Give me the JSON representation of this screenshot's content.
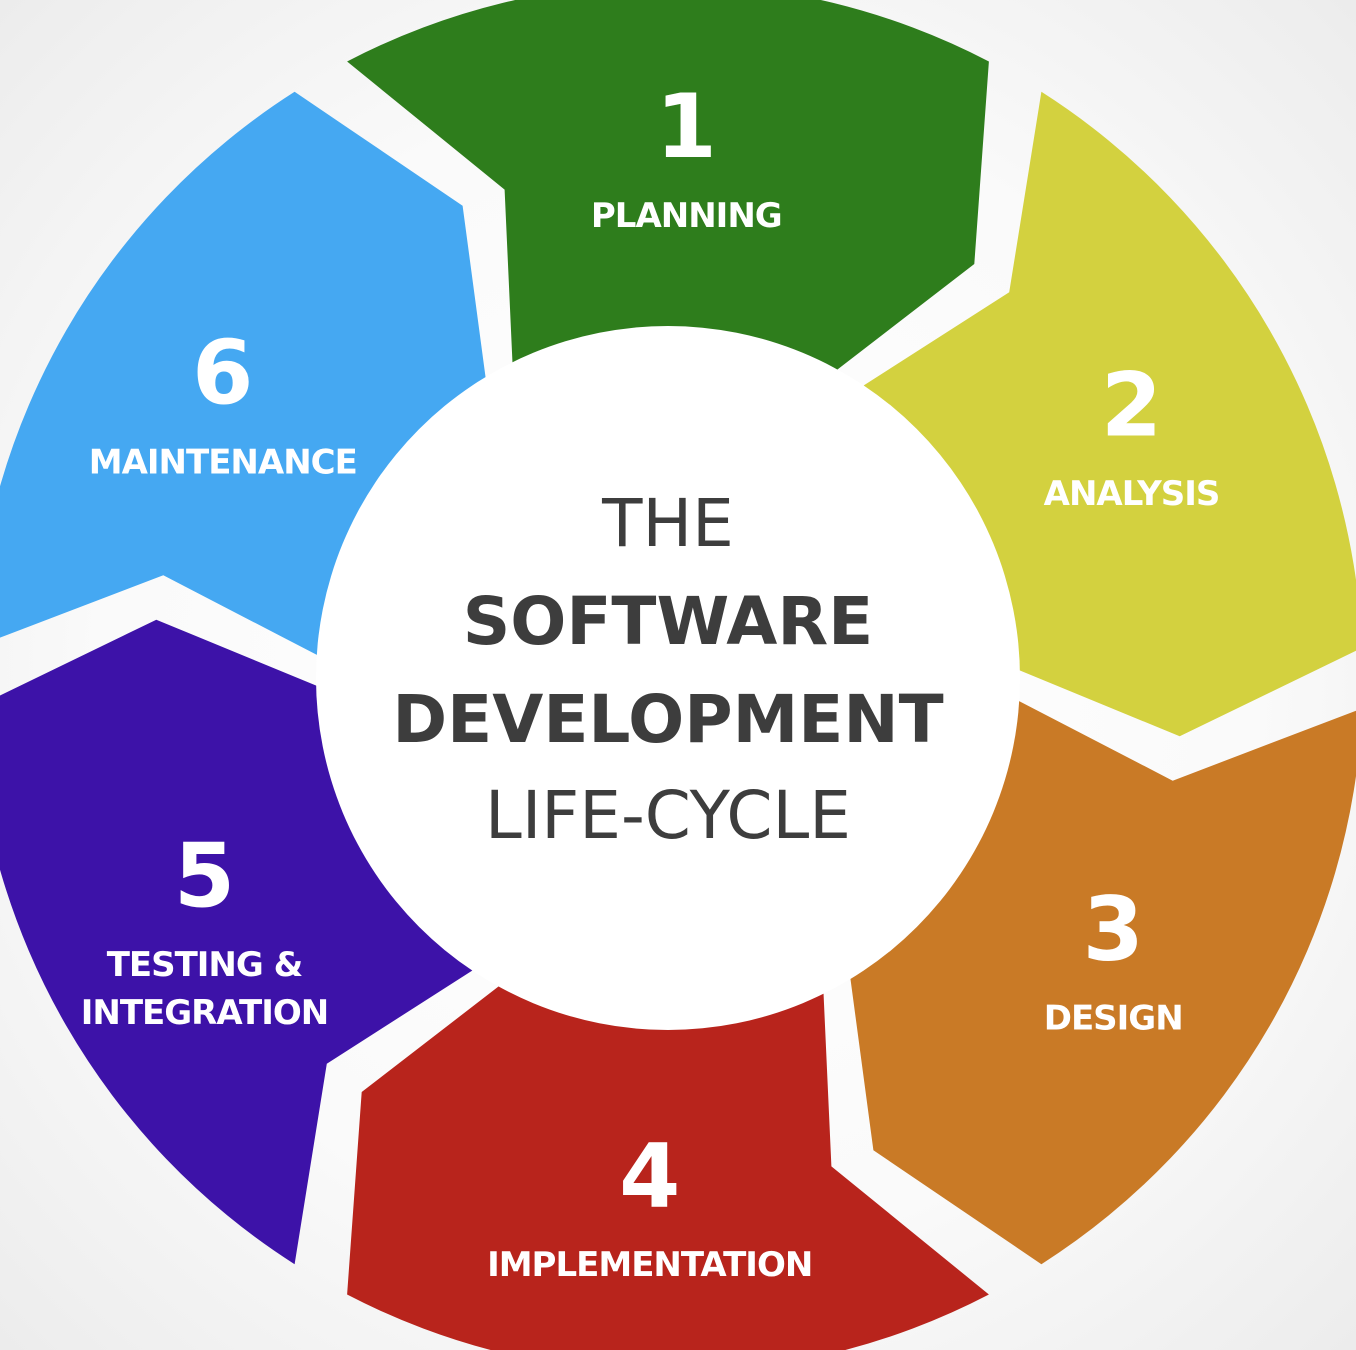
{
  "title": {
    "line1": "THE",
    "line2": "SOFTWARE",
    "line3": "DEVELOPMENT",
    "line4": "LIFE-CYCLE"
  },
  "stages": [
    {
      "number": "1",
      "label_lines": [
        "PLANNING"
      ],
      "color": "#2e7d1c"
    },
    {
      "number": "2",
      "label_lines": [
        "ANALYSIS"
      ],
      "color": "#d3d13f"
    },
    {
      "number": "3",
      "label_lines": [
        "DESIGN"
      ],
      "color": "#c97a26"
    },
    {
      "number": "4",
      "label_lines": [
        "IMPLEMENTATION"
      ],
      "color": "#b8241c"
    },
    {
      "number": "5",
      "label_lines": [
        "TESTING &",
        "INTEGRATION"
      ],
      "color": "#3d12a8"
    },
    {
      "number": "6",
      "label_lines": [
        "MAINTENANCE"
      ],
      "color": "#45a8f2"
    }
  ],
  "hub_color": "#ffffff",
  "text_color": "#3d3d3d"
}
